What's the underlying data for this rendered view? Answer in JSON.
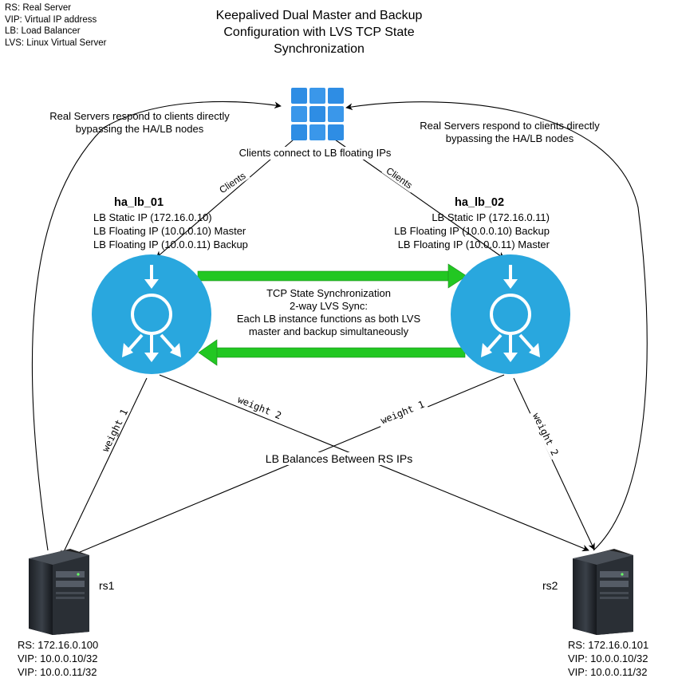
{
  "legend": [
    "RS: Real Server",
    "VIP: Virtual IP address",
    "LB: Load Balancer",
    "LVS: Linux Virtual Server"
  ],
  "title": {
    "line1": "Keepalived Dual Master and Backup",
    "line2": "Configuration with LVS TCP State",
    "line3": "Synchronization"
  },
  "clients": {
    "icon": "grid-icon",
    "caption": "Clients connect to LB floating IPs",
    "edge_left": "Clients",
    "edge_right": "Clients"
  },
  "return_notes": {
    "left_line1": "Real Servers respond to clients directly",
    "left_line2": "bypassing the HA/LB nodes",
    "right_line1": "Real Servers respond to clients directly",
    "right_line2": "bypassing the HA/LB nodes"
  },
  "lb1": {
    "name": "ha_lb_01",
    "lines": [
      "LB Static IP (172.16.0.10)",
      "LB Floating IP (10.0.0.10) Master",
      "LB Floating IP (10.0.0.11) Backup"
    ],
    "icon": "load-balancer-icon"
  },
  "lb2": {
    "name": "ha_lb_02",
    "lines": [
      "LB Static IP (172.16.0.11)",
      "LB Floating IP (10.0.0.10) Backup",
      "LB Floating IP (10.0.0.11) Master"
    ],
    "icon": "load-balancer-icon"
  },
  "sync": {
    "line1": "TCP State Synchronization",
    "line2": "2-way LVS Sync:",
    "line3": "Each LB instance functions as both LVS",
    "line4": "master and backup simultaneously",
    "arrow_color": "#22c722"
  },
  "weights": {
    "lb1_rs1": "weight 1",
    "lb1_rs2": "weight 2",
    "lb2_rs1": "weight 1",
    "lb2_rs2": "weight 2"
  },
  "balance_caption": "LB Balances Between RS IPs",
  "rs1": {
    "name": "rs1",
    "icon": "server-tower-icon",
    "lines": [
      "RS: 172.16.0.100",
      "VIP: 10.0.0.10/32",
      "VIP: 10.0.0.11/32"
    ]
  },
  "rs2": {
    "name": "rs2",
    "icon": "server-tower-icon",
    "lines": [
      "RS: 172.16.0.101",
      "VIP: 10.0.0.10/32",
      "VIP: 10.0.0.11/32"
    ]
  },
  "colors": {
    "lb_fill": "#29a7de",
    "clients_tile": "#2e8de4",
    "sync_arrow": "#22c722"
  }
}
